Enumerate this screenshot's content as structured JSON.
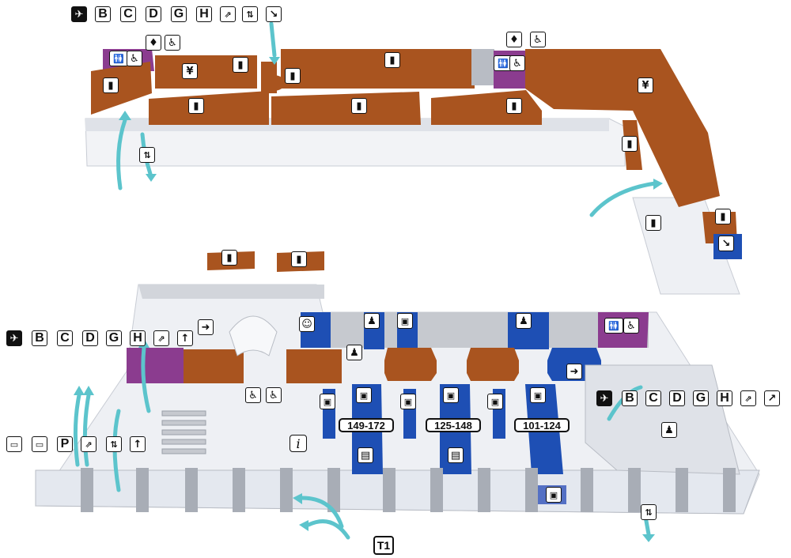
{
  "gate_labels": [
    "149-172",
    "125-148",
    "101-124"
  ],
  "terminal_label": "T1",
  "info_symbol": "i",
  "signage": {
    "upper_left_row": [
      "B",
      "C",
      "D",
      "G",
      "H"
    ],
    "left_row": [
      "B",
      "C",
      "D",
      "G",
      "H"
    ],
    "right_row": [
      "B",
      "C",
      "D",
      "G",
      "H"
    ]
  },
  "colors": {
    "shop": "#a9541f",
    "shop_top": "#c06a2c",
    "toilet": "#8b3c8f",
    "checkin": "#1e4fb4",
    "floor": "#eef0f4",
    "wall": "#b8bcc4",
    "arrow": "#5cc4cc"
  },
  "icons": {
    "plane": "plane-departure-icon",
    "escalator": "escalator-icon",
    "elevator": "elevator-icon",
    "toilets": "toilets-icon",
    "wheelchair": "wheelchair-icon",
    "water": "drinking-water-icon",
    "shop": "shopping-bag-icon",
    "restaurant": "restaurant-icon",
    "arrow": "direction-arrow-icon",
    "smile": "service-smile-icon",
    "seat": "waiting-seat-icon",
    "checkin": "check-in-icon",
    "tickets": "tickets-icon",
    "stroller": "stroller-icon",
    "parking": "parking-icon"
  }
}
